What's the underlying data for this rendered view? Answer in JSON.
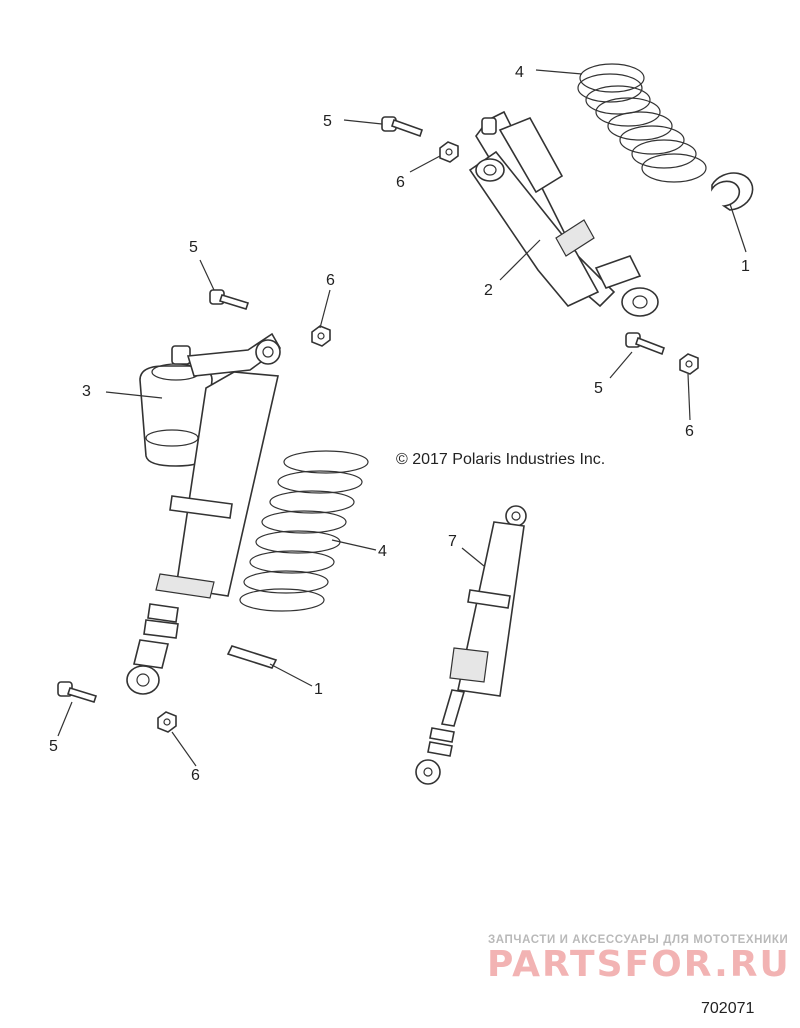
{
  "copyright": "© 2017 Polaris Industries Inc.",
  "diagram_number": "702071",
  "watermark": {
    "tagline": "ЗАПЧАСТИ И АКСЕССУАРЫ ДЛЯ МОТОТЕХНИКИ",
    "logo": "PARTSFOR.RU",
    "color": "#f2b3b3"
  },
  "callouts": [
    {
      "id": "c4-top",
      "label": "4"
    },
    {
      "id": "c5-top",
      "label": "5"
    },
    {
      "id": "c6-top",
      "label": "6"
    },
    {
      "id": "c1-top",
      "label": "1"
    },
    {
      "id": "c2",
      "label": "2"
    },
    {
      "id": "c5-left",
      "label": "5"
    },
    {
      "id": "c6-left",
      "label": "6"
    },
    {
      "id": "c3",
      "label": "3"
    },
    {
      "id": "c5-right",
      "label": "5"
    },
    {
      "id": "c6-right",
      "label": "6"
    },
    {
      "id": "c4-mid",
      "label": "4"
    },
    {
      "id": "c7",
      "label": "7"
    },
    {
      "id": "c1-mid",
      "label": "1"
    },
    {
      "id": "c5-bottom",
      "label": "5"
    },
    {
      "id": "c6-bottom",
      "label": "6"
    }
  ]
}
